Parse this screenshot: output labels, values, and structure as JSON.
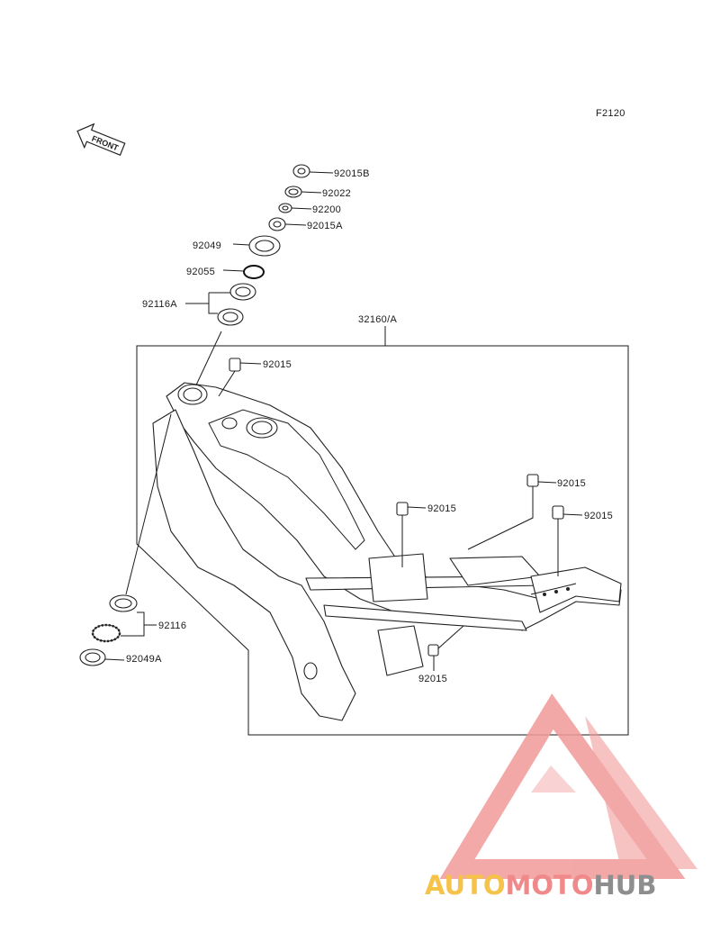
{
  "diagram": {
    "code": "F2120",
    "front_label": "FRONT",
    "callouts": [
      {
        "id": "92015B",
        "text": "92015B"
      },
      {
        "id": "92022",
        "text": "92022"
      },
      {
        "id": "92200",
        "text": "92200"
      },
      {
        "id": "92015A",
        "text": "92015A"
      },
      {
        "id": "92049",
        "text": "92049"
      },
      {
        "id": "92055",
        "text": "92055"
      },
      {
        "id": "92116A",
        "text": "92116A"
      },
      {
        "id": "32160A",
        "text": "32160/A"
      },
      {
        "id": "92015-head",
        "text": "92015"
      },
      {
        "id": "92015-rear-top",
        "text": "92015"
      },
      {
        "id": "92015-mid",
        "text": "92015"
      },
      {
        "id": "92015-rear-right",
        "text": "92015"
      },
      {
        "id": "92116",
        "text": "92116"
      },
      {
        "id": "92049A",
        "text": "92049A"
      },
      {
        "id": "92015-bottom",
        "text": "92015"
      }
    ]
  },
  "watermark": {
    "brand_part1": "AUTO",
    "brand_part2": "MOTO",
    "brand_part3": "HUB",
    "colors": {
      "part1": "#f5c24a",
      "part2": "#f08a8a",
      "part3": "#8e8e8e",
      "logo": "#f29a9a"
    }
  }
}
